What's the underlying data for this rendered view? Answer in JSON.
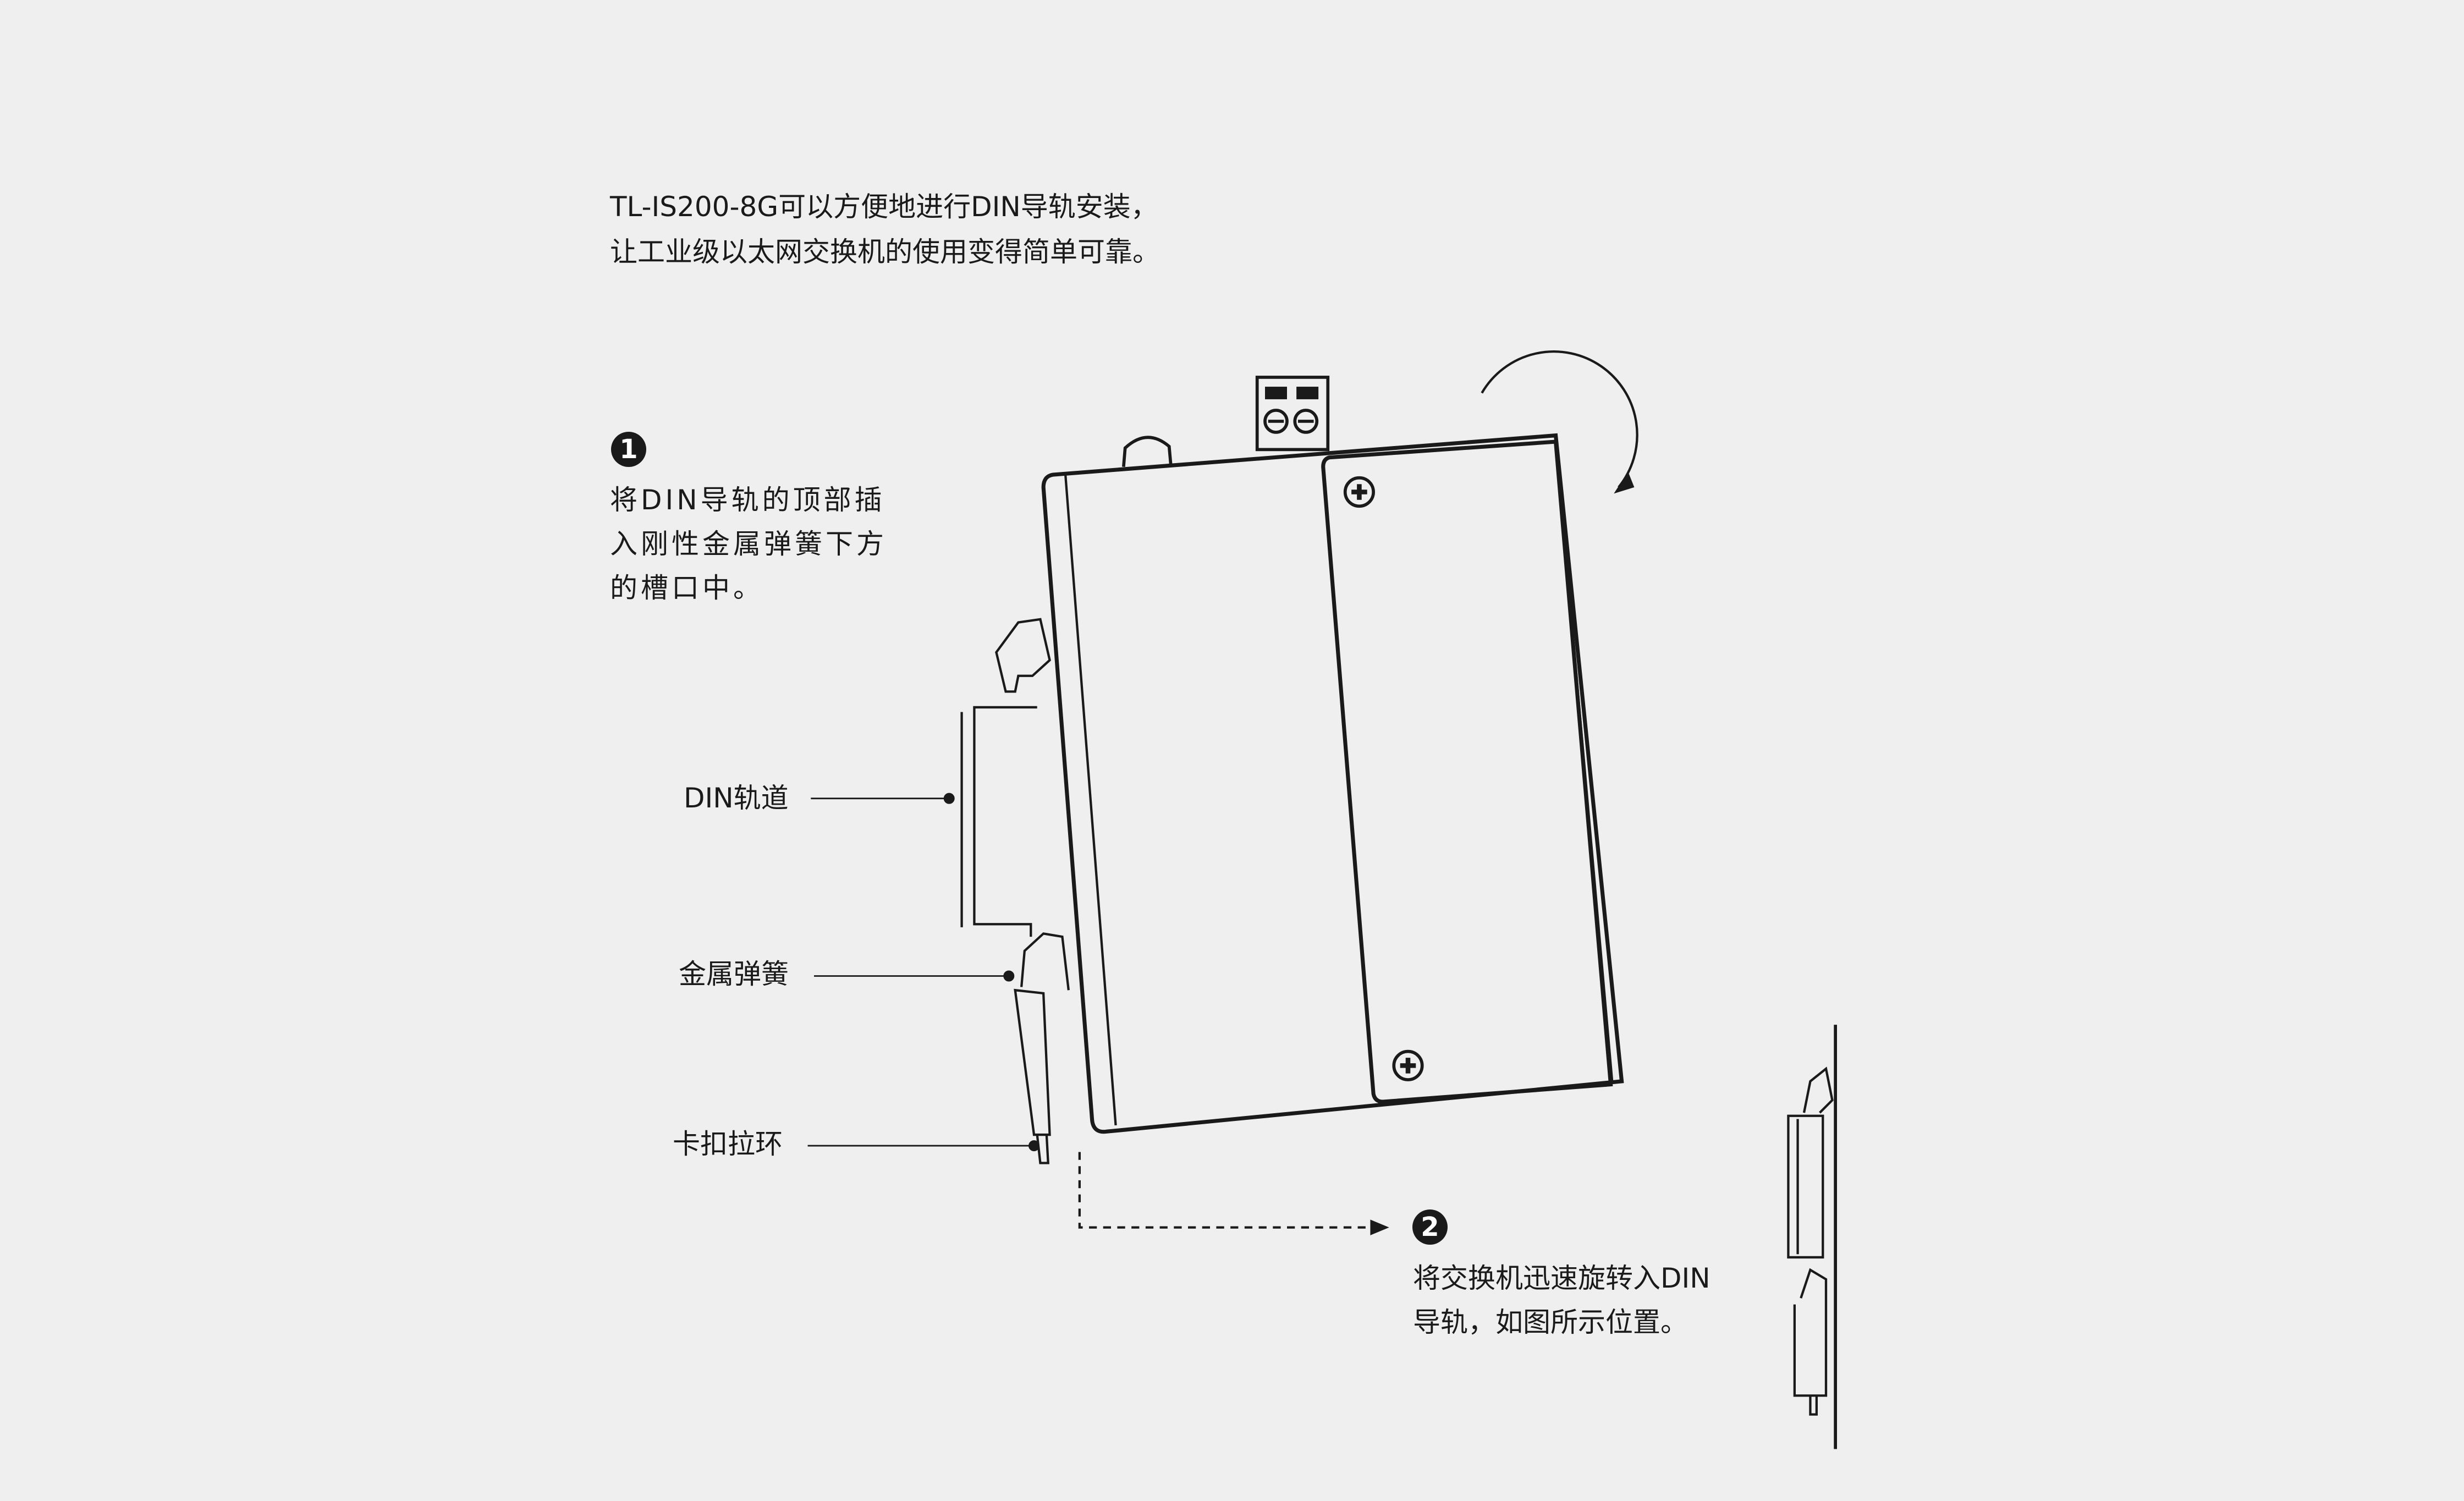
{
  "intro": {
    "line1": "TL-IS200-8G可以方便地进行DIN导轨安装，",
    "line2": "让工业级以太网交换机的使用变得简单可靠。"
  },
  "steps": [
    {
      "number": "1",
      "lines": [
        "将DIN导轨的顶部插",
        "入刚性金属弹簧下方",
        "的槽口中。"
      ]
    },
    {
      "number": "2",
      "lines": [
        "将交换机迅速旋转入DIN",
        "导轨，如图所示位置。"
      ]
    }
  ],
  "callouts": {
    "din_rail": "DIN轨道",
    "metal_spring": "金属弹簧",
    "release_ring": "卡扣拉环"
  },
  "colors": {
    "background": "#efefef",
    "ink": "#1a1a1a",
    "accent": "#c0392b"
  }
}
